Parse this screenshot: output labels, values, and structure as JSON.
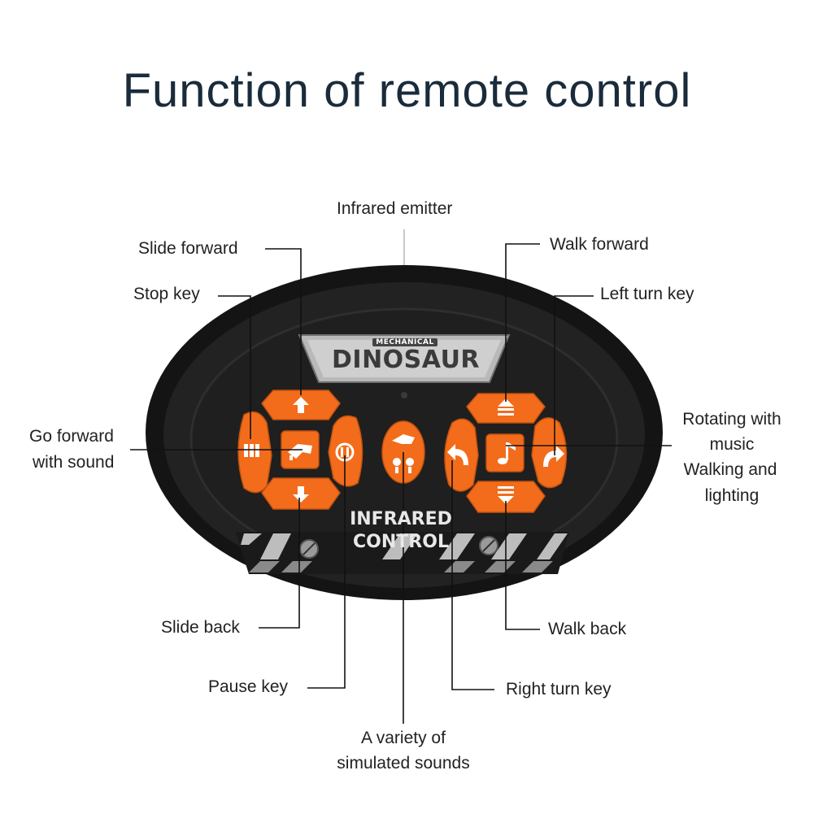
{
  "title": "Function of remote control",
  "logo": {
    "subtitle": "MECHANICAL",
    "name": "DINOSAUR",
    "mode_line1": "INFRARED",
    "mode_line2": "CONTROL"
  },
  "labels": {
    "infrared_emitter": "Infrared emitter",
    "slide_forward": "Slide forward",
    "stop_key": "Stop key",
    "go_forward_with_sound_1": "Go forward",
    "go_forward_with_sound_2": "with sound",
    "slide_back": "Slide back",
    "pause_key": "Pause key",
    "variety_sounds_1": "A variety of",
    "variety_sounds_2": "simulated sounds",
    "walk_forward": "Walk forward",
    "left_turn_key": "Left turn key",
    "rotating_music_1": "Rotating with",
    "rotating_music_2": "music",
    "walking_lighting_1": "Walking and",
    "walking_lighting_2": "lighting",
    "walk_back": "Walk back",
    "right_turn_key": "Right turn key"
  },
  "colors": {
    "button_orange": "#f36c1b",
    "body_black": "#1b1b1b",
    "title_color": "#1a2b3b"
  }
}
